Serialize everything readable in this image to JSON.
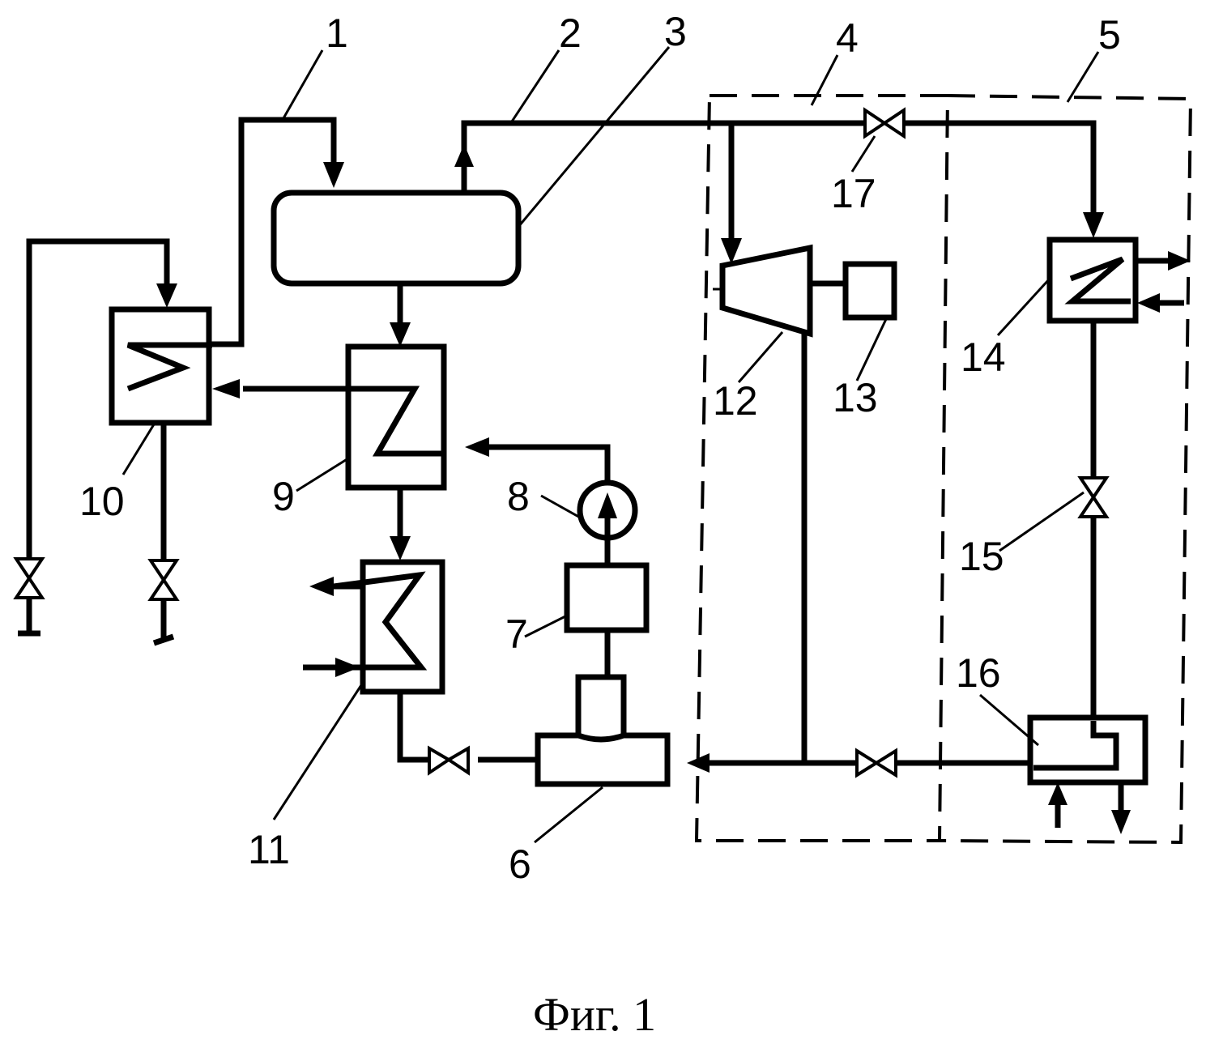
{
  "figure": {
    "caption": "Фиг. 1"
  },
  "labels": {
    "n1": "1",
    "n2": "2",
    "n3": "3",
    "n4": "4",
    "n5": "5",
    "n6": "6",
    "n7": "7",
    "n8": "8",
    "n9": "9",
    "n10": "10",
    "n11": "11",
    "n12": "12",
    "n13": "13",
    "n14": "14",
    "n15": "15",
    "n16": "16",
    "n17": "17"
  }
}
